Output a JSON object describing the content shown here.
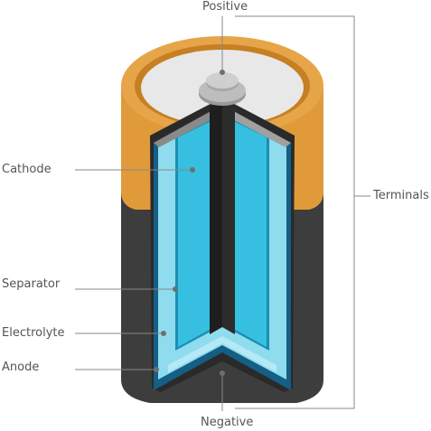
{
  "labels": {
    "positive": "Positive",
    "negative": "Negative",
    "cathode": "Cathode",
    "separator": "Separator",
    "electrolyte": "Electrolyte",
    "anode": "Anode",
    "terminals": "Terminals"
  },
  "colors": {
    "casing_top": "#E19A3A",
    "casing_bottom": "#3D3D3D",
    "cap_face": "#E8E8E8",
    "cathode": "#36BFE0",
    "separator": "#8FDCEF",
    "anode_edge": "#155E85",
    "collector": "#1E1E1E",
    "leader_line": "#888888",
    "label_text": "#555555"
  },
  "icons": {
    "terminal": "positive-terminal-icon"
  }
}
